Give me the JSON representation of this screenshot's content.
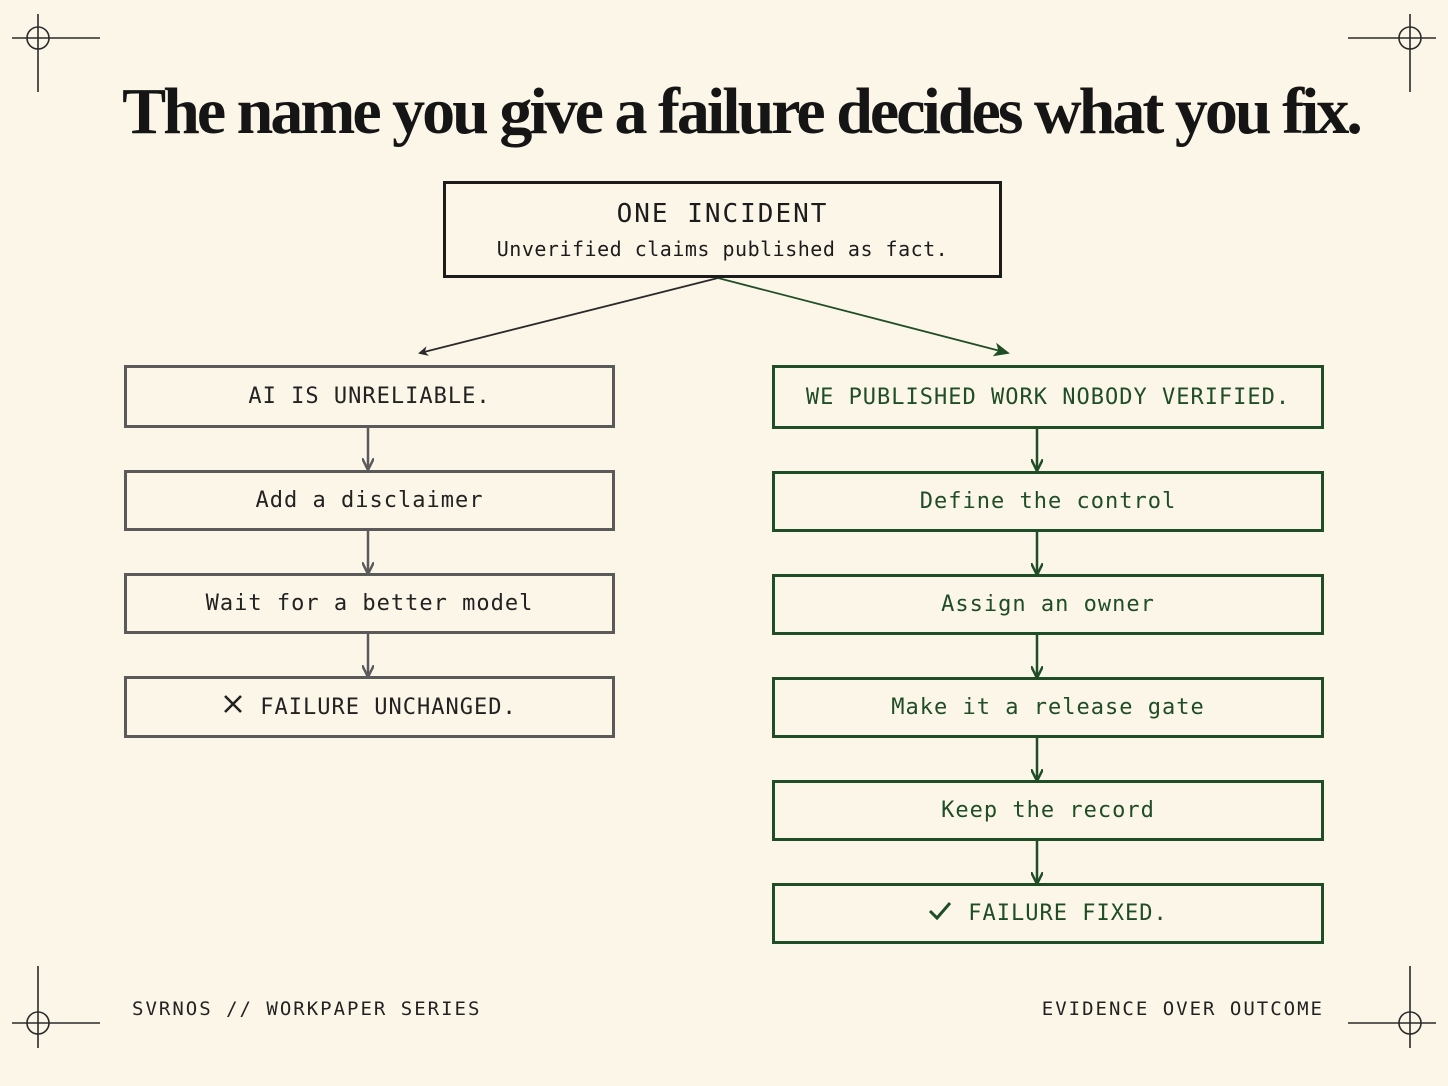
{
  "title": "The name you give a failure decides what you fix.",
  "incident": {
    "heading": "ONE INCIDENT",
    "subtitle": "Unverified claims published as fact."
  },
  "left_branch": {
    "nodes": [
      "AI IS UNRELIABLE.",
      "Add a disclaimer",
      "Wait for a better model",
      "FAILURE UNCHANGED."
    ],
    "outcome_icon": "cross-icon"
  },
  "right_branch": {
    "nodes": [
      "WE PUBLISHED WORK NOBODY VERIFIED.",
      "Define the control",
      "Assign an owner",
      "Make it a release gate",
      "Keep the record",
      "FAILURE FIXED."
    ],
    "outcome_icon": "check-icon"
  },
  "footer": {
    "left": "SVRNOS // WORKPAPER SERIES",
    "right": "EVIDENCE OVER OUTCOME"
  },
  "colors": {
    "background": "#fcf6e8",
    "green": "#1f4d26",
    "gray": "#5a5a5a",
    "ink": "#1c1c1c"
  }
}
